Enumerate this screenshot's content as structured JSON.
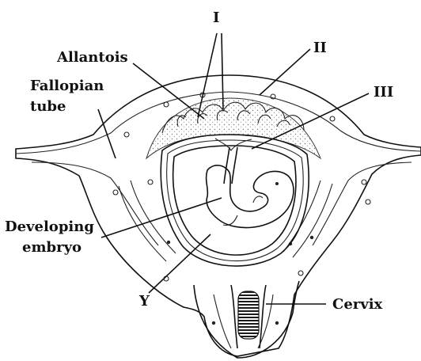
{
  "labels": {
    "I": "I",
    "II": "II",
    "III": "III",
    "allantois": "Allantois",
    "fallopian_line1": "Fallopian",
    "fallopian_line2": "tube",
    "developing_line1": "Developing",
    "developing_line2": "embryo",
    "Y": "Y",
    "cervix": "Cervix"
  }
}
